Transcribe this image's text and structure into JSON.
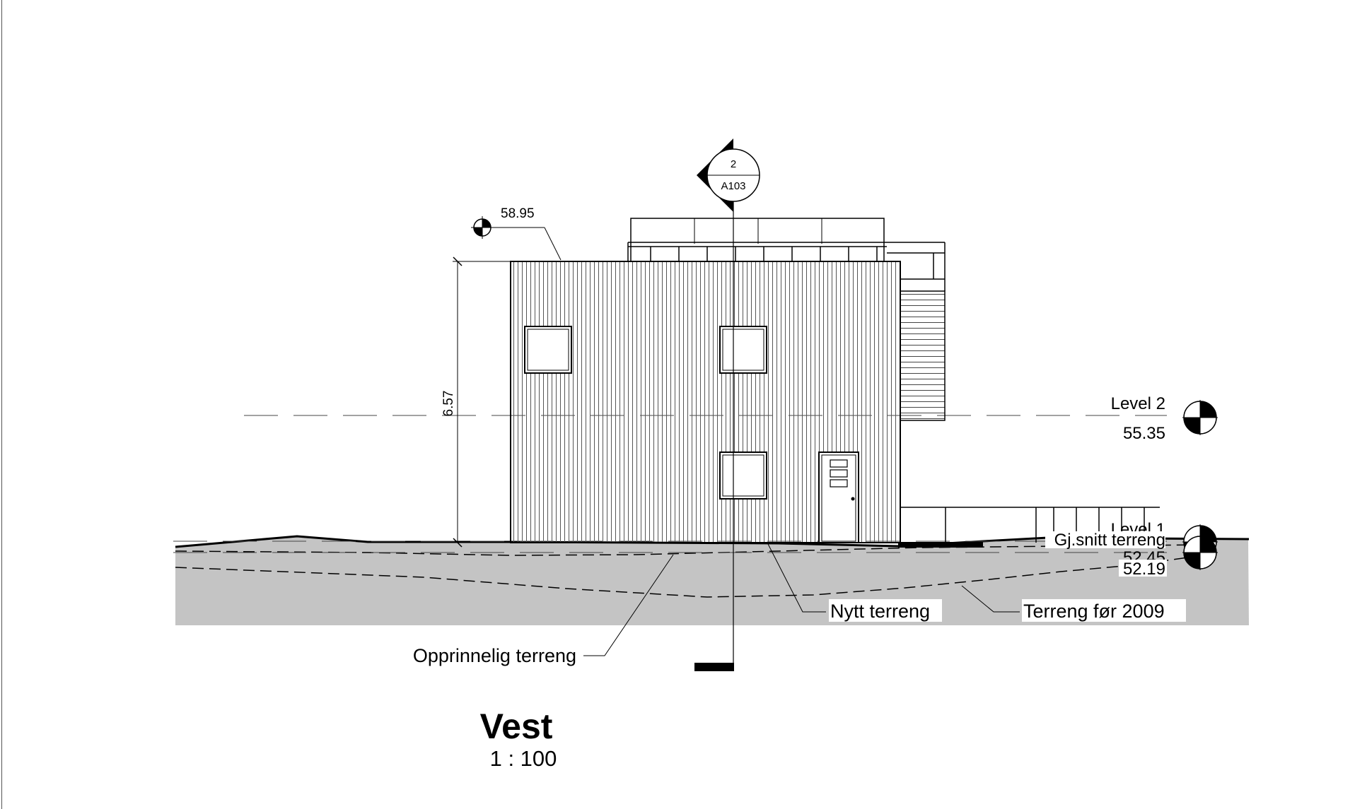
{
  "view": {
    "title": "Vest",
    "scale": "1 : 100"
  },
  "section_marker": {
    "number": "2",
    "sheet": "A103"
  },
  "roof_spot_elevation": "58.95",
  "height_dimension": "6.57",
  "levels": {
    "level2": {
      "name": "Level 2",
      "elevation": "55.35"
    },
    "level1": {
      "name": "Level 1",
      "elevation": "52.45"
    },
    "average_terrain": {
      "name": "Gj.snitt terreng",
      "elevation": "52.19"
    }
  },
  "annotations": {
    "new_terrain": "Nytt terreng",
    "terrain_before": "Terreng før 2009",
    "original_terrain": "Opprinnelig terreng"
  },
  "colors": {
    "ground_fill": "#c4c4c4",
    "line": "#000000"
  }
}
